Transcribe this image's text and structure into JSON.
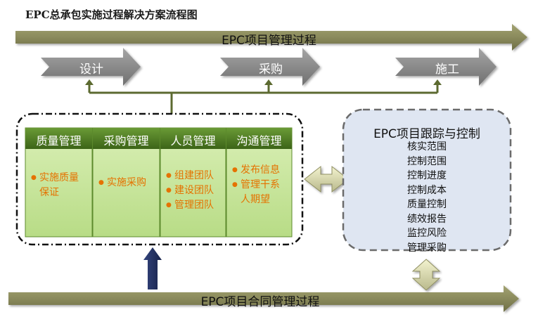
{
  "title": "EPC总承包实施过程解决方案流程图",
  "top_banner": "EPC项目管理过程",
  "bottom_banner": "EPC项目合同管理过程",
  "phases": [
    "设计",
    "采购",
    "施工"
  ],
  "columns": [
    {
      "header": "质量管理",
      "items": [
        "实施质量保证"
      ]
    },
    {
      "header": "采购管理",
      "items": [
        "实施采购"
      ]
    },
    {
      "header": "人员管理",
      "items": [
        "组建团队",
        "建设团队",
        "管理团队"
      ]
    },
    {
      "header": "沟通管理",
      "items": [
        "发布信息",
        "管理干系人期望"
      ]
    }
  ],
  "tracking": {
    "title": "EPC项目跟踪与控制",
    "items": [
      "核实范围",
      "控制范围",
      "控制进度",
      "控制成本",
      "质量控制",
      "绩效报告",
      "监控风险",
      "管理采购"
    ]
  },
  "colors": {
    "banner": "#8a8a5c",
    "phase_arrow": "#8c8c8c",
    "connector": "#5c6a30",
    "column_header": "#4e7a22",
    "column_body": "#c9e6a0",
    "item_text": "#e57200",
    "tracking_fill": "#dfe6f2",
    "up_arrow": "#1f2d5c"
  }
}
